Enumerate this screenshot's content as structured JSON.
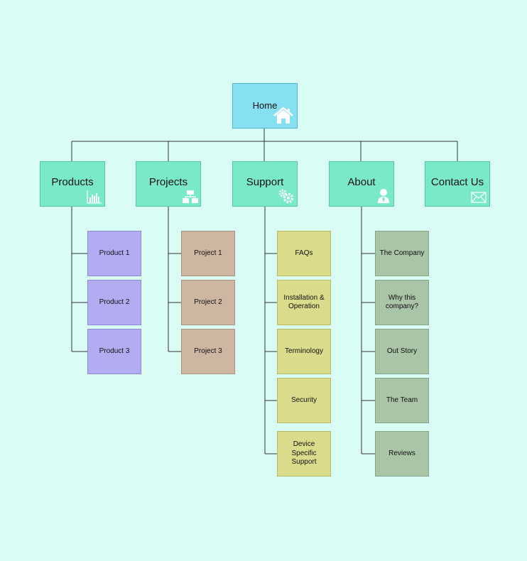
{
  "home": {
    "label": "Home",
    "icon": "home-icon"
  },
  "sections": [
    {
      "label": "Products",
      "icon": "bar-chart-icon",
      "color": "#b2acf2",
      "items": [
        "Product 1",
        "Product 2",
        "Product 3"
      ]
    },
    {
      "label": "Projects",
      "icon": "sitemap-icon",
      "color": "#cdb6a2",
      "items": [
        "Project 1",
        "Project 2",
        "Project 3"
      ]
    },
    {
      "label": "Support",
      "icon": "gears-icon",
      "color": "#dbdc8b",
      "items": [
        "FAQs",
        "Installation & Operation",
        "Terminology",
        "Security",
        "Device Specific Support"
      ]
    },
    {
      "label": "About",
      "icon": "person-icon",
      "color": "#a9c4a6",
      "items": [
        "The Company",
        "Why this company?",
        "Out Story",
        "The Team",
        "Reviews"
      ]
    },
    {
      "label": "Contact Us",
      "icon": "envelope-icon",
      "color": "#79e9ca",
      "items": []
    }
  ],
  "colors": {
    "background": "#d9fdf5",
    "home": "#86e0f1",
    "section": "#79e9ca",
    "connector": "#333333"
  }
}
